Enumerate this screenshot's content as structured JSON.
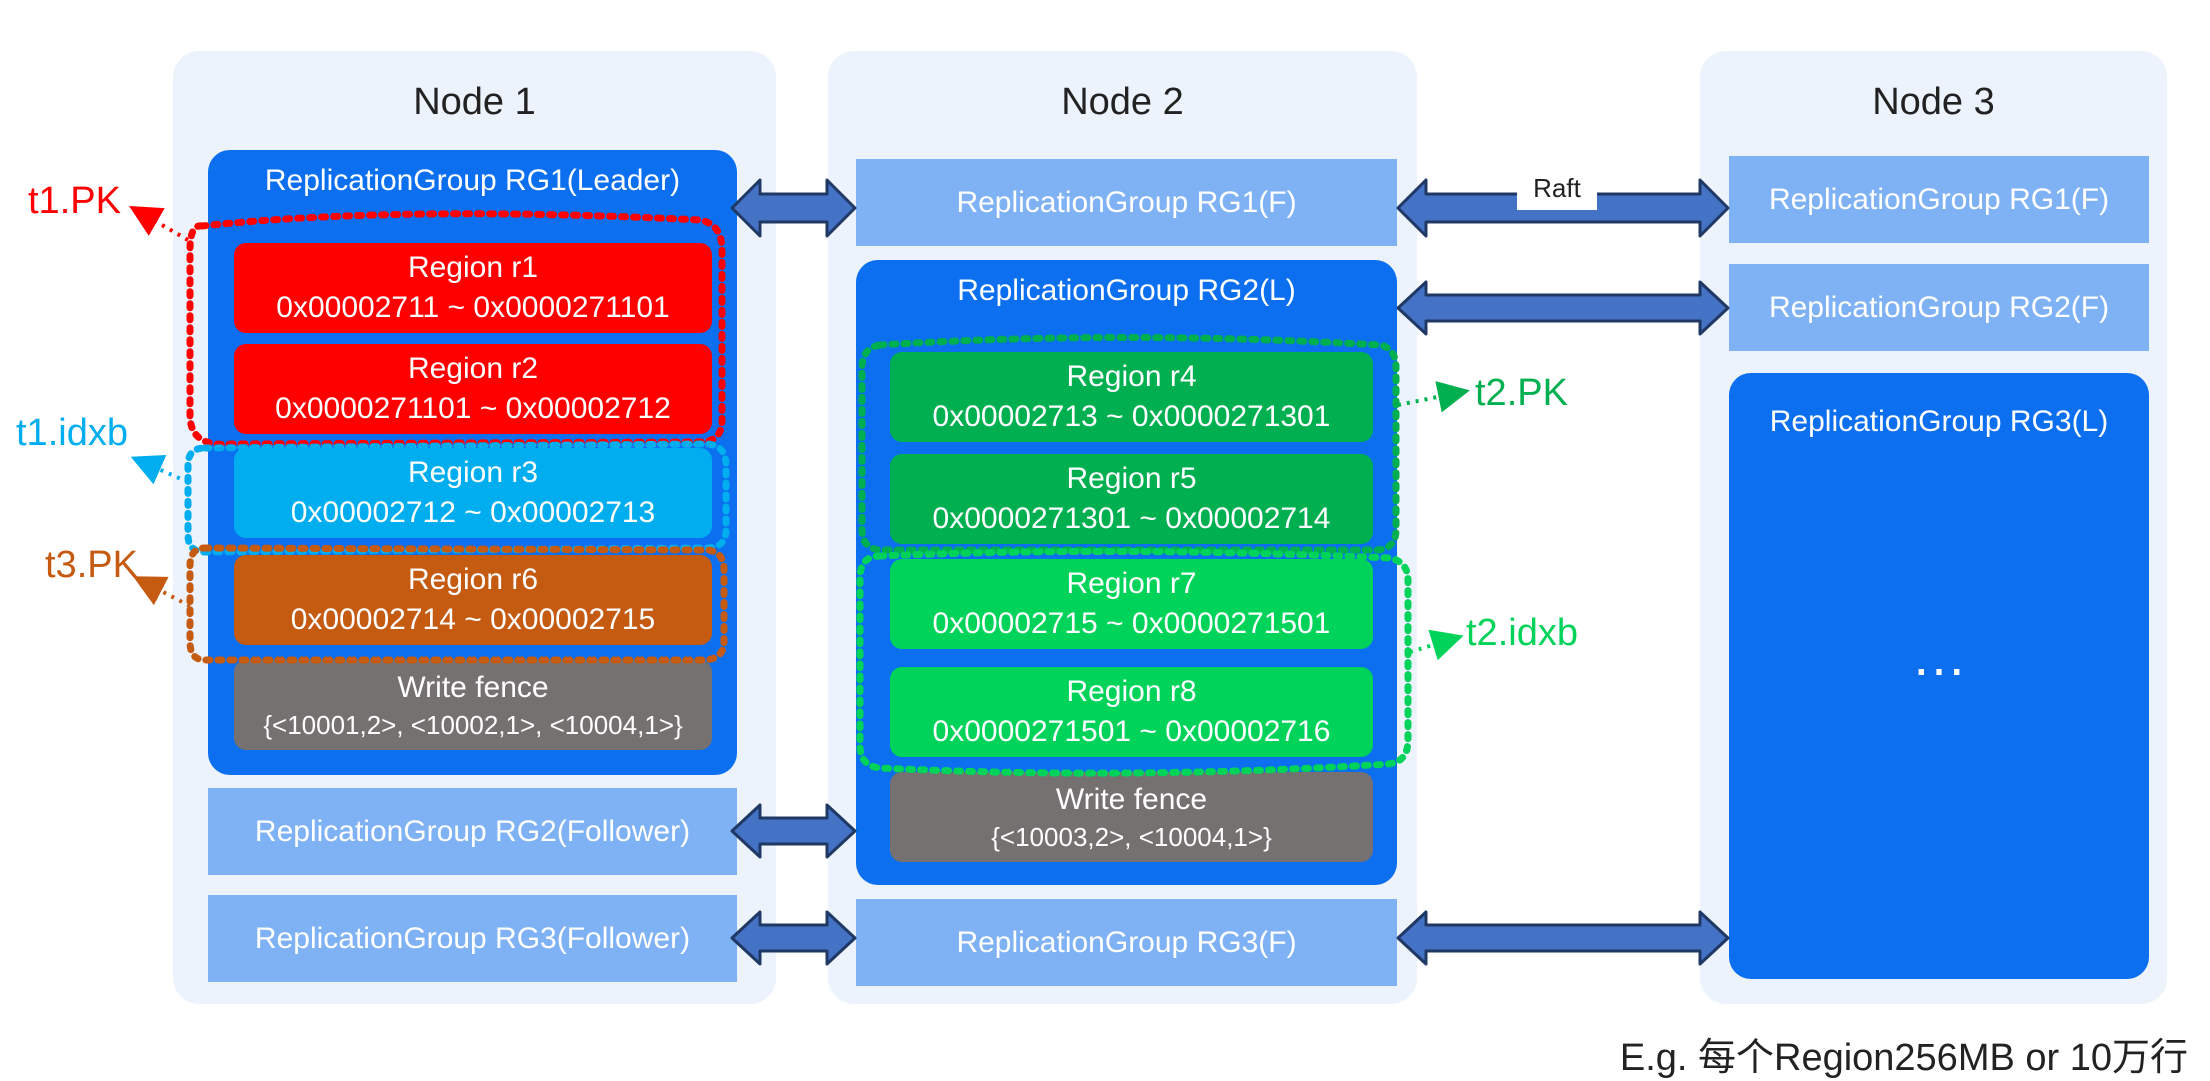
{
  "nodes": [
    {
      "title": "Node 1"
    },
    {
      "title": "Node 2"
    },
    {
      "title": "Node 3"
    }
  ],
  "node1": {
    "rg1": "ReplicationGroup RG1(Leader)",
    "rg2": "ReplicationGroup RG2(Follower)",
    "rg3": "ReplicationGroup RG3(Follower)",
    "regions": [
      {
        "name": "Region r1",
        "range": "0x00002711 ~ 0x0000271101"
      },
      {
        "name": "Region r2",
        "range": "0x0000271101 ~ 0x00002712"
      },
      {
        "name": "Region r3",
        "range": "0x00002712 ~ 0x00002713"
      },
      {
        "name": "Region r6",
        "range": "0x00002714 ~ 0x00002715"
      }
    ],
    "fence": {
      "title": "Write fence",
      "values": "{<10001,2>, <10002,1>, <10004,1>}"
    }
  },
  "node2": {
    "rg1": "ReplicationGroup RG1(F)",
    "rg2": "ReplicationGroup RG2(L)",
    "rg3": "ReplicationGroup RG3(F)",
    "regions": [
      {
        "name": "Region r4",
        "range": "0x00002713 ~ 0x0000271301"
      },
      {
        "name": "Region r5",
        "range": "0x0000271301 ~ 0x00002714"
      },
      {
        "name": "Region r7",
        "range": "0x00002715 ~ 0x0000271501"
      },
      {
        "name": "Region r8",
        "range": "0x0000271501 ~ 0x00002716"
      }
    ],
    "fence": {
      "title": "Write fence",
      "values": "{<10003,2>, <10004,1>}"
    }
  },
  "node3": {
    "rg1": "ReplicationGroup RG1(F)",
    "rg2": "ReplicationGroup RG2(F)",
    "rg3": "ReplicationGroup RG3(L)",
    "ellipsis": "…"
  },
  "raft_label": "Raft",
  "table_labels": {
    "t1_pk": "t1.PK",
    "t1_idxb": "t1.idxb",
    "t3_pk": "t3.PK",
    "t2_pk": "t2.PK",
    "t2_idxb": "t2.idxb"
  },
  "colors": {
    "node_bg": "#ecf3fc",
    "rg_light": "#7fb2f5",
    "rg_dark": "#0b6ff0",
    "region_red": "#ff0000",
    "region_cyan": "#00adef",
    "region_orange": "#c55a11",
    "region_green_dark": "#00b050",
    "region_green_light": "#00d35a",
    "fence_gray": "#767171",
    "arrow_fill": "#4472c4",
    "arrow_stroke": "#1f3864"
  },
  "footnote": "E.g. 每个Region256MB or 10万行"
}
